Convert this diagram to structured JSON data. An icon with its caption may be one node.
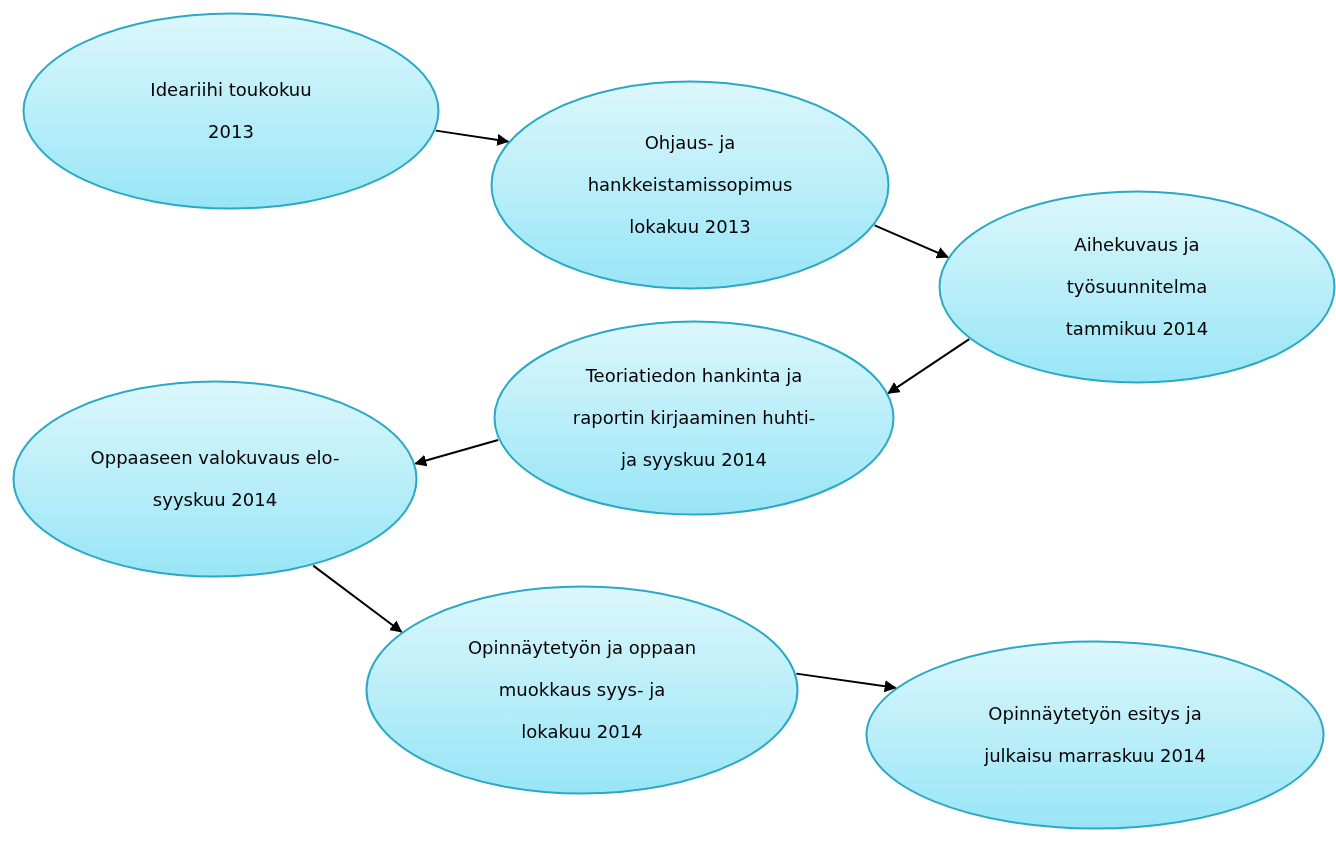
{
  "diagram": {
    "nodes": [
      {
        "text": [
          "Ideariihi toukokuu 2013"
        ]
      },
      {
        "text": [
          "Ohjaus- ja hankkeistamissopimus lokakuu 2013"
        ]
      },
      {
        "text": [
          "Aihekuvaus ja työsuunnitelma tammikuu 2014"
        ]
      },
      {
        "text": [
          "Teoriatiedon hankinta ja raportin kirjaaminen huhti- ja syyskuu 2014"
        ]
      },
      {
        "text": [
          "Oppaaseen valokuvaus elo-syyskuu 2014"
        ]
      },
      {
        "text": [
          "Opinnäytetyön ja oppaan muokkaus syys- ja lokakuu 2014"
        ]
      },
      {
        "text": [
          "Opinnäytetyön esitys ja julkaisu marraskuu 2014"
        ]
      }
    ],
    "edges": [
      {
        "from": 0,
        "to": 1,
        "arrow": "to"
      },
      {
        "from": 1,
        "to": 2,
        "arrow": "to"
      },
      {
        "from": 2,
        "to": 3,
        "arrow": "to"
      },
      {
        "from": 3,
        "to": 4,
        "arrow": "to"
      },
      {
        "from": 4,
        "to": 5,
        "arrow": "to"
      },
      {
        "from": 5,
        "to": 6,
        "arrow": "to"
      }
    ]
  }
}
